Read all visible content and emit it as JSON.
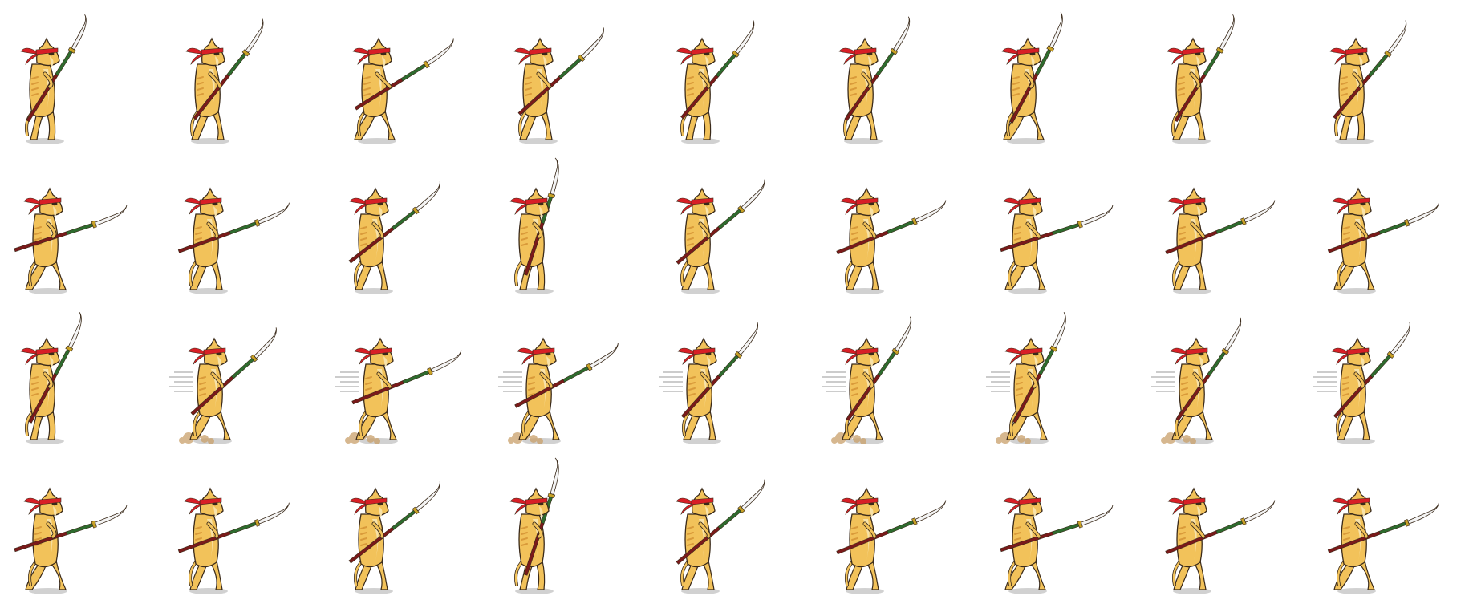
{
  "sprite_sheet": {
    "character": "meerkat-warrior",
    "weapon": "naginata",
    "rows": [
      {
        "animation": "walk",
        "frames": [
          {
            "pose": 0,
            "dust": false
          },
          {
            "pose": 1,
            "dust": false
          },
          {
            "pose": 2,
            "dust": false
          },
          {
            "pose": 3,
            "dust": false
          },
          {
            "pose": 4,
            "dust": false
          },
          {
            "pose": 5,
            "dust": false
          },
          {
            "pose": 6,
            "dust": false
          },
          {
            "pose": 7,
            "dust": false
          },
          {
            "pose": 8,
            "dust": false
          }
        ]
      },
      {
        "animation": "attack",
        "frames": [
          {
            "pose": 0,
            "dust": false
          },
          {
            "pose": 1,
            "dust": false
          },
          {
            "pose": 2,
            "dust": false
          },
          {
            "pose": 3,
            "dust": false
          },
          {
            "pose": 4,
            "dust": false
          },
          {
            "pose": 5,
            "dust": false
          },
          {
            "pose": 6,
            "dust": false
          },
          {
            "pose": 7,
            "dust": false
          },
          {
            "pose": 8,
            "dust": false
          }
        ]
      },
      {
        "animation": "run",
        "frames": [
          {
            "pose": 0,
            "dust": false
          },
          {
            "pose": 1,
            "dust": true
          },
          {
            "pose": 2,
            "dust": true
          },
          {
            "pose": 3,
            "dust": true
          },
          {
            "pose": 4,
            "dust": false
          },
          {
            "pose": 5,
            "dust": true
          },
          {
            "pose": 6,
            "dust": true
          },
          {
            "pose": 7,
            "dust": true
          },
          {
            "pose": 8,
            "dust": false
          }
        ]
      },
      {
        "animation": "attack",
        "frames": [
          {
            "pose": 0,
            "dust": false
          },
          {
            "pose": 1,
            "dust": false
          },
          {
            "pose": 2,
            "dust": false
          },
          {
            "pose": 3,
            "dust": false
          },
          {
            "pose": 4,
            "dust": false
          },
          {
            "pose": 5,
            "dust": false
          },
          {
            "pose": 6,
            "dust": false
          },
          {
            "pose": 7,
            "dust": false
          },
          {
            "pose": 8,
            "dust": false
          }
        ]
      }
    ],
    "colors": {
      "background": "#ffffff",
      "fur": "#f2c25a",
      "fur_shadow": "#d99a3a",
      "belly": "#f8e2a8",
      "outline": "#3a2a1a",
      "headband": "#d81f26",
      "shaft_red": "#7a1a1a",
      "shaft_green": "#2e6b2e",
      "guard": "#c9a227",
      "blade": "#f4f4f4",
      "shadow": "#bdbdbd",
      "speed_lines": "#9a9a9a",
      "dust": "#c9a06a"
    }
  }
}
